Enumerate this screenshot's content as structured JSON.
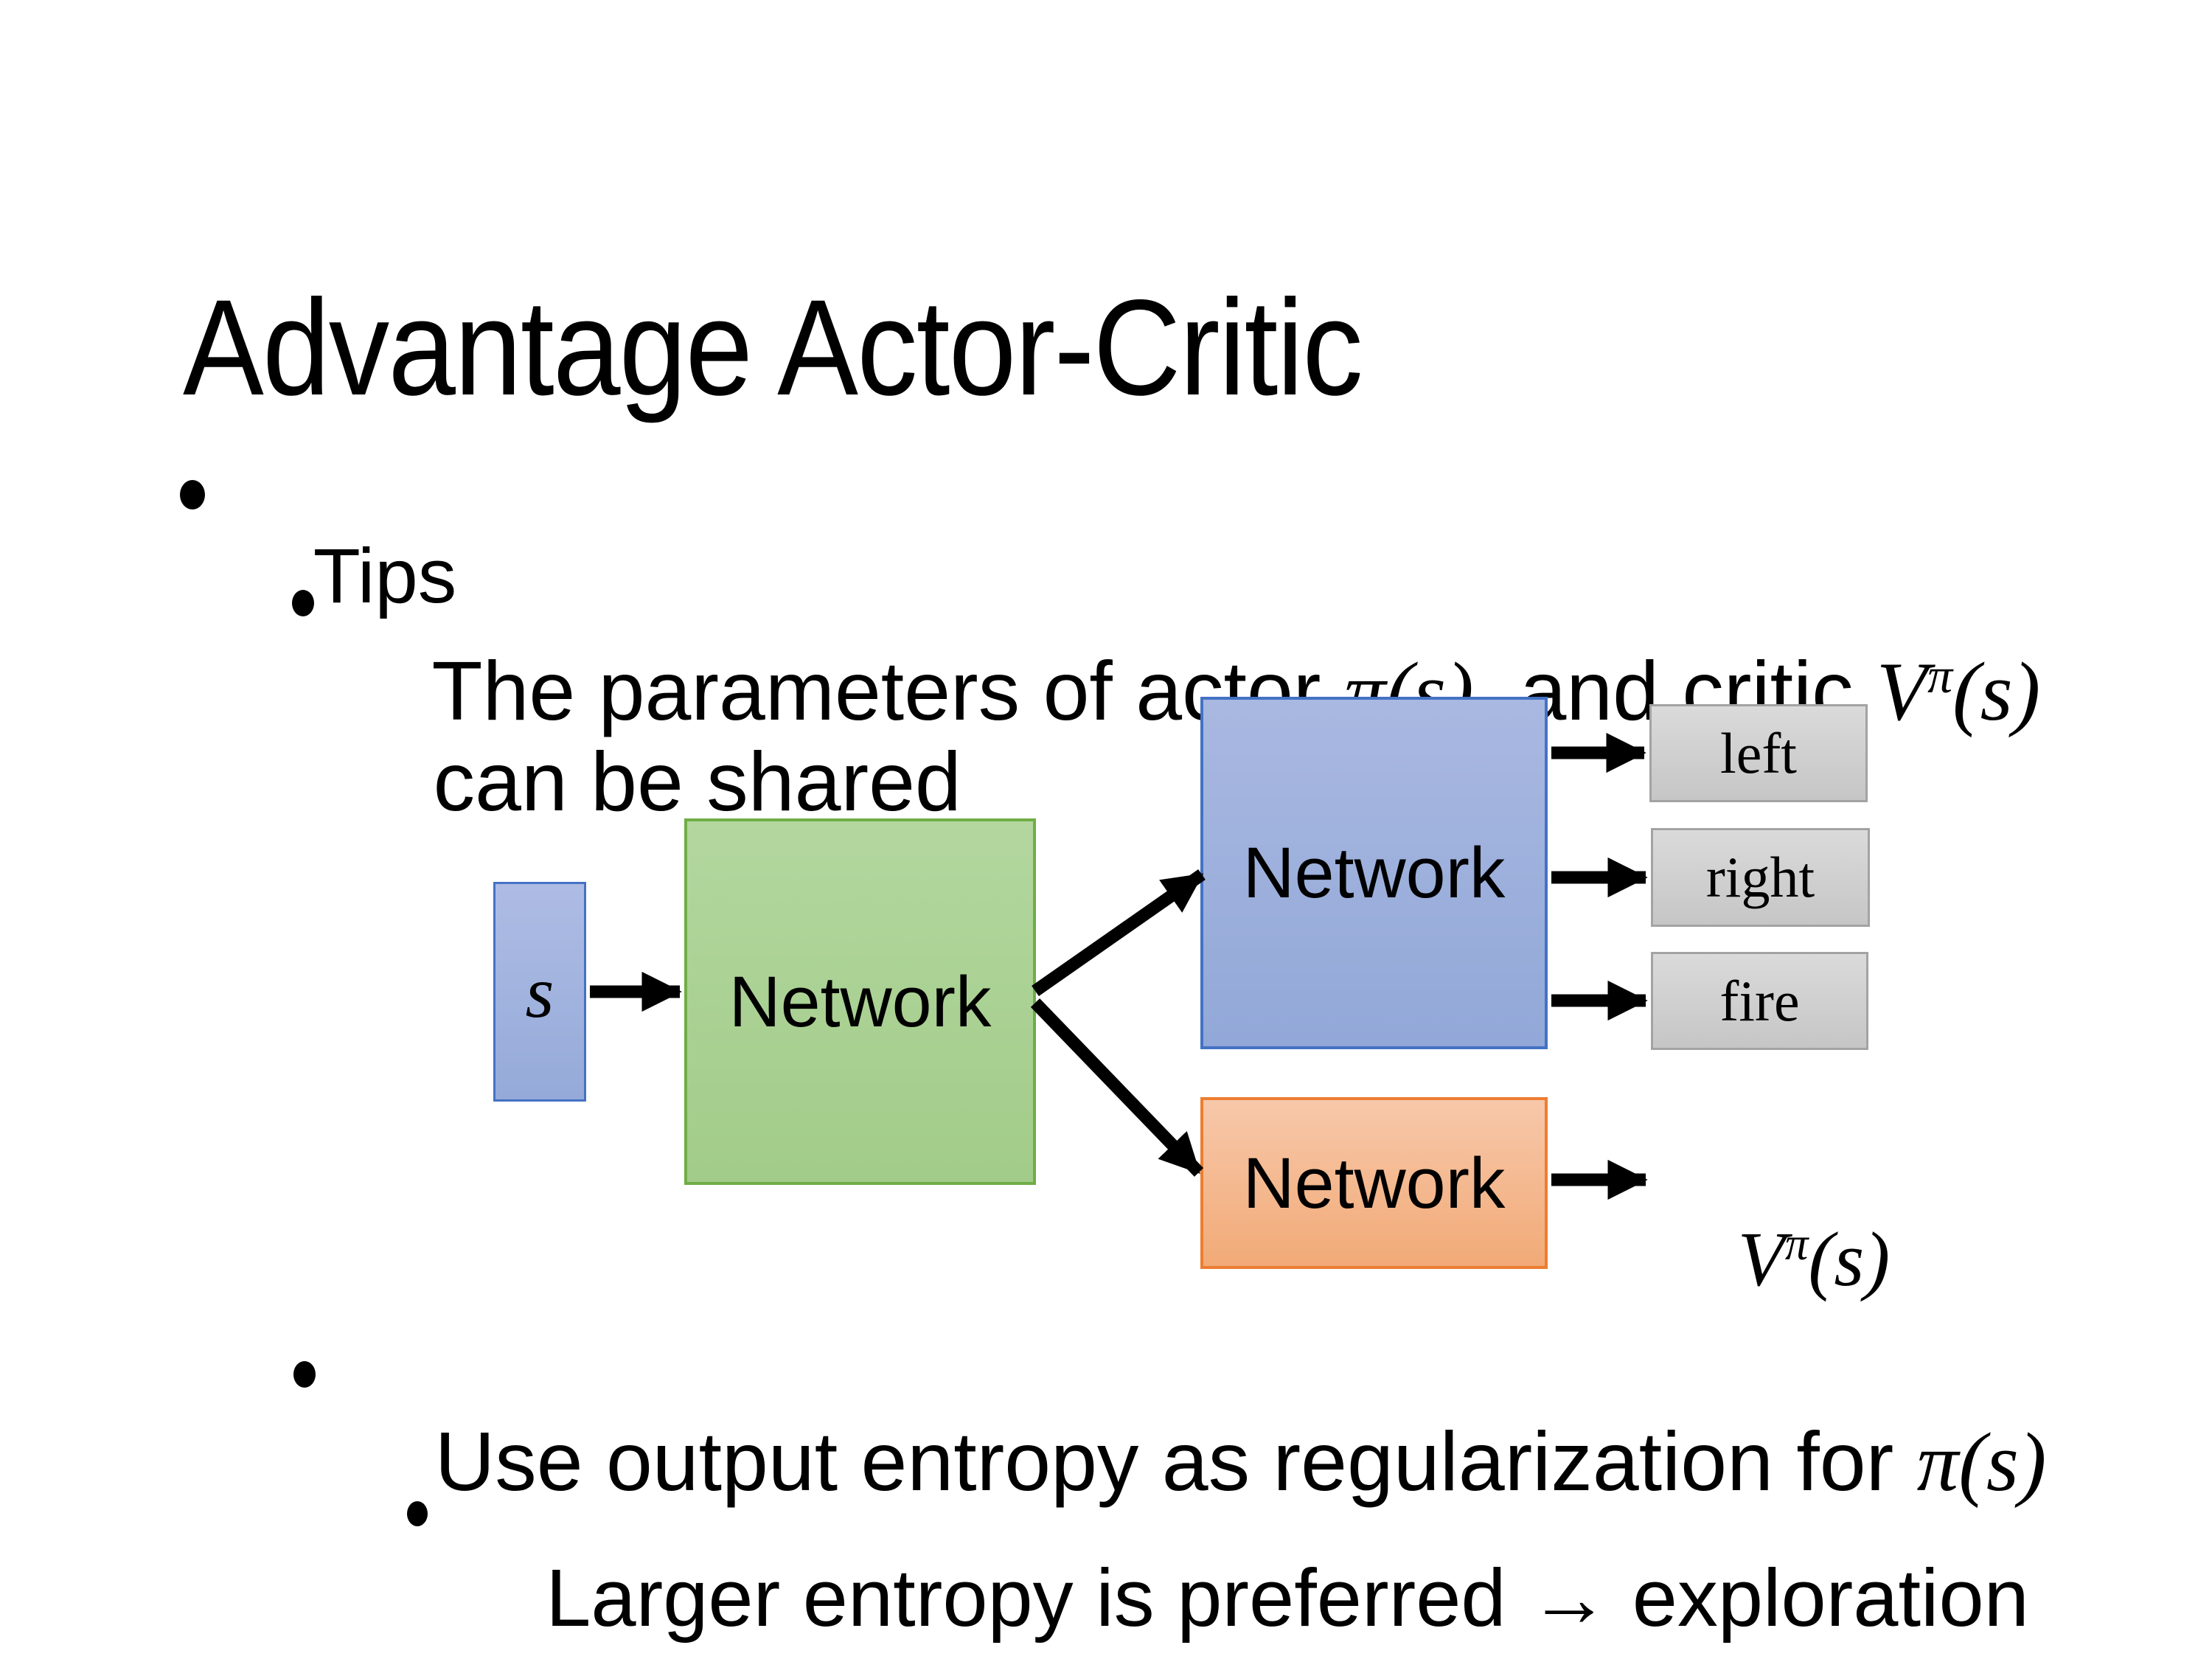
{
  "slide": {
    "title": "Advantage Actor-Critic"
  },
  "bullets": {
    "tips_label": "Tips",
    "param_line": {
      "pre": "The parameters of actor ",
      "actor_math": "π(s)",
      "mid": "  and critic ",
      "critic_V": "V",
      "critic_sup": "π",
      "critic_args": "(s)",
      "cont": "can be shared"
    },
    "entropy_line": {
      "pre": "Use output entropy as regularization for ",
      "math": "π(s)"
    },
    "exploration_line": "Larger entropy is preferred → exploration"
  },
  "diagram": {
    "state_label": "s",
    "shared_network_label": "Network",
    "actor_network_label": "Network",
    "critic_network_label": "Network",
    "action_labels": [
      "left",
      "right",
      "fire"
    ],
    "value_output": {
      "V": "V",
      "sup": "π",
      "args": "(s)"
    },
    "colors": {
      "blue_fill": "#9FB1DD",
      "blue_border": "#4472C4",
      "green_fill": "#A9D18E",
      "green_border": "#70AD47",
      "orange_fill": "#F4B183",
      "orange_border": "#ED7D31",
      "gray_fill": "#D0D0D0",
      "gray_border": "#A6A6A6",
      "arrow": "#000000"
    }
  }
}
